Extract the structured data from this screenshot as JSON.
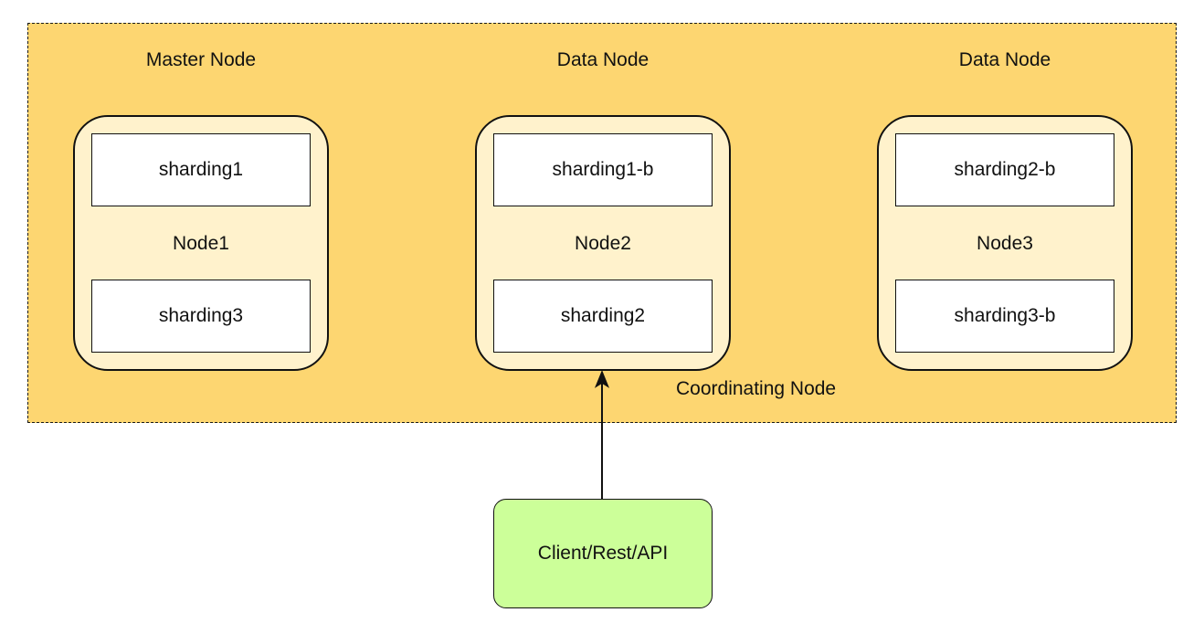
{
  "cluster": {
    "roles": [
      "Master Node",
      "Data Node",
      "Data Node"
    ],
    "coordinating_label": "Coordinating Node"
  },
  "nodes": [
    {
      "label": "Node1",
      "shards": [
        "sharding1",
        "sharding3"
      ]
    },
    {
      "label": "Node2",
      "shards": [
        "sharding1-b",
        "sharding2"
      ]
    },
    {
      "label": "Node3",
      "shards": [
        "sharding2-b",
        "sharding3-b"
      ]
    }
  ],
  "client": {
    "label": "Client/Rest/API"
  },
  "colors": {
    "cluster_fill": "#fdd671",
    "node_fill": "#fff2cc",
    "shard_fill": "#ffffff",
    "client_fill": "#ccff99",
    "stroke": "#111111"
  }
}
